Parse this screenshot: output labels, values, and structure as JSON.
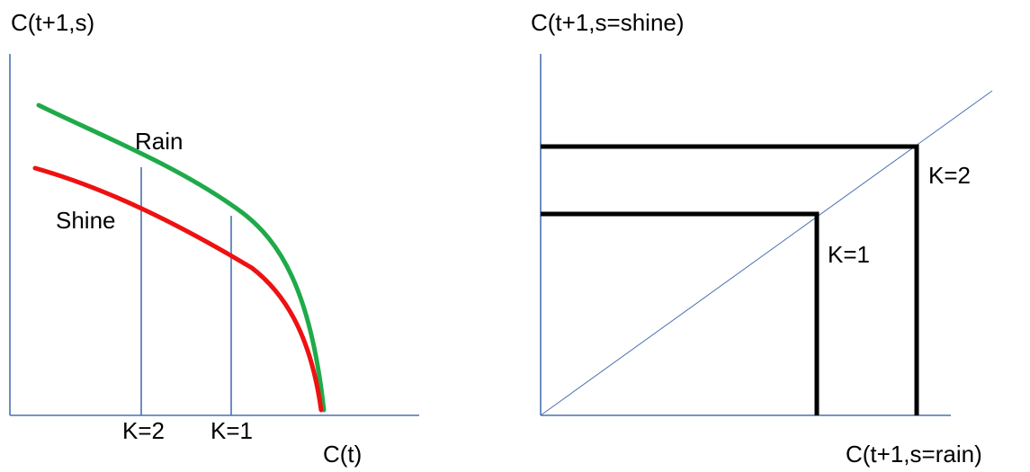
{
  "colors": {
    "axis": "#4a72b0",
    "rain_curve": "#1faa4a",
    "shine_curve": "#ee1111",
    "box": "#000000",
    "diagonal": "#4a72b0"
  },
  "left_panel": {
    "y_axis_label": "C(t+1,s)",
    "x_axis_label": "C(t)",
    "rain_label": "Rain",
    "shine_label": "Shine",
    "k2_label": "K=2",
    "k1_label": "K=1"
  },
  "right_panel": {
    "y_axis_label": "C(t+1,s=shine)",
    "x_axis_label": "C(t+1,s=rain)",
    "k1_label": "K=1",
    "k2_label": "K=2"
  }
}
